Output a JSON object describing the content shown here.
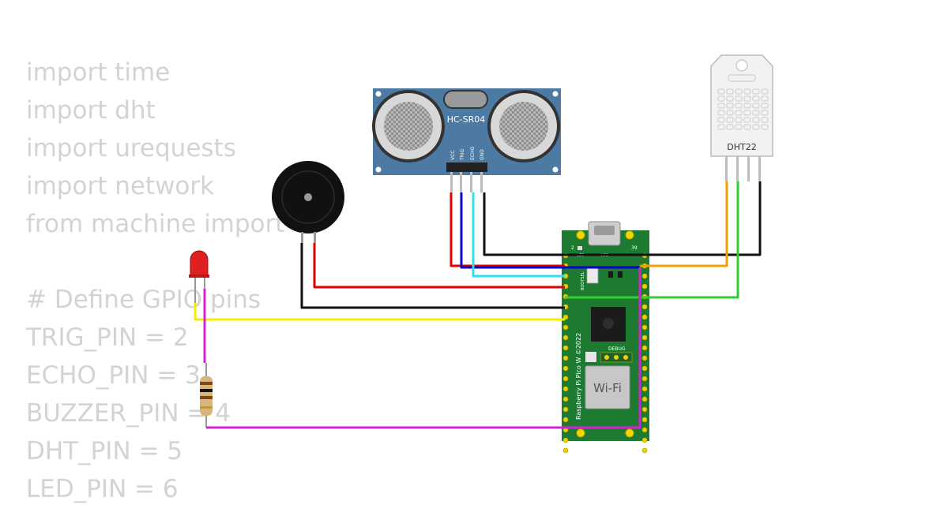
{
  "code_lines": [
    "import time",
    "import dht",
    "import urequests",
    "import network",
    "from machine import",
    "",
    "# Define GPIO pins",
    "TRIG_PIN = 2",
    "ECHO_PIN = 3",
    "BUZZER_PIN = 4",
    "DHT_PIN = 5",
    "LED_PIN = 6"
  ],
  "hcsr04": {
    "label": "HC-SR04",
    "pins": [
      "VCC",
      "TRIG",
      "ECHO",
      "GND"
    ]
  },
  "dht22": {
    "label": "DHT22"
  },
  "pico": {
    "board_name": "Raspberry Pi Pico W ©2022",
    "wifi_label": "Wi-Fi",
    "debug_label": "DEBUG",
    "led_label": "LED",
    "usb_label": "USB",
    "bootsel_label": "BOOTSEL",
    "pin_num_left": "2",
    "pin_num_right": "39"
  },
  "wire_colors": {
    "vcc": "#e00000",
    "trig": "#0000cc",
    "echo": "#33ddee",
    "gnd": "#111111",
    "dht_data": "#f2a000",
    "dht_aux": "#33cc33",
    "led": "#f0f000",
    "resistor": "#d620d6"
  }
}
